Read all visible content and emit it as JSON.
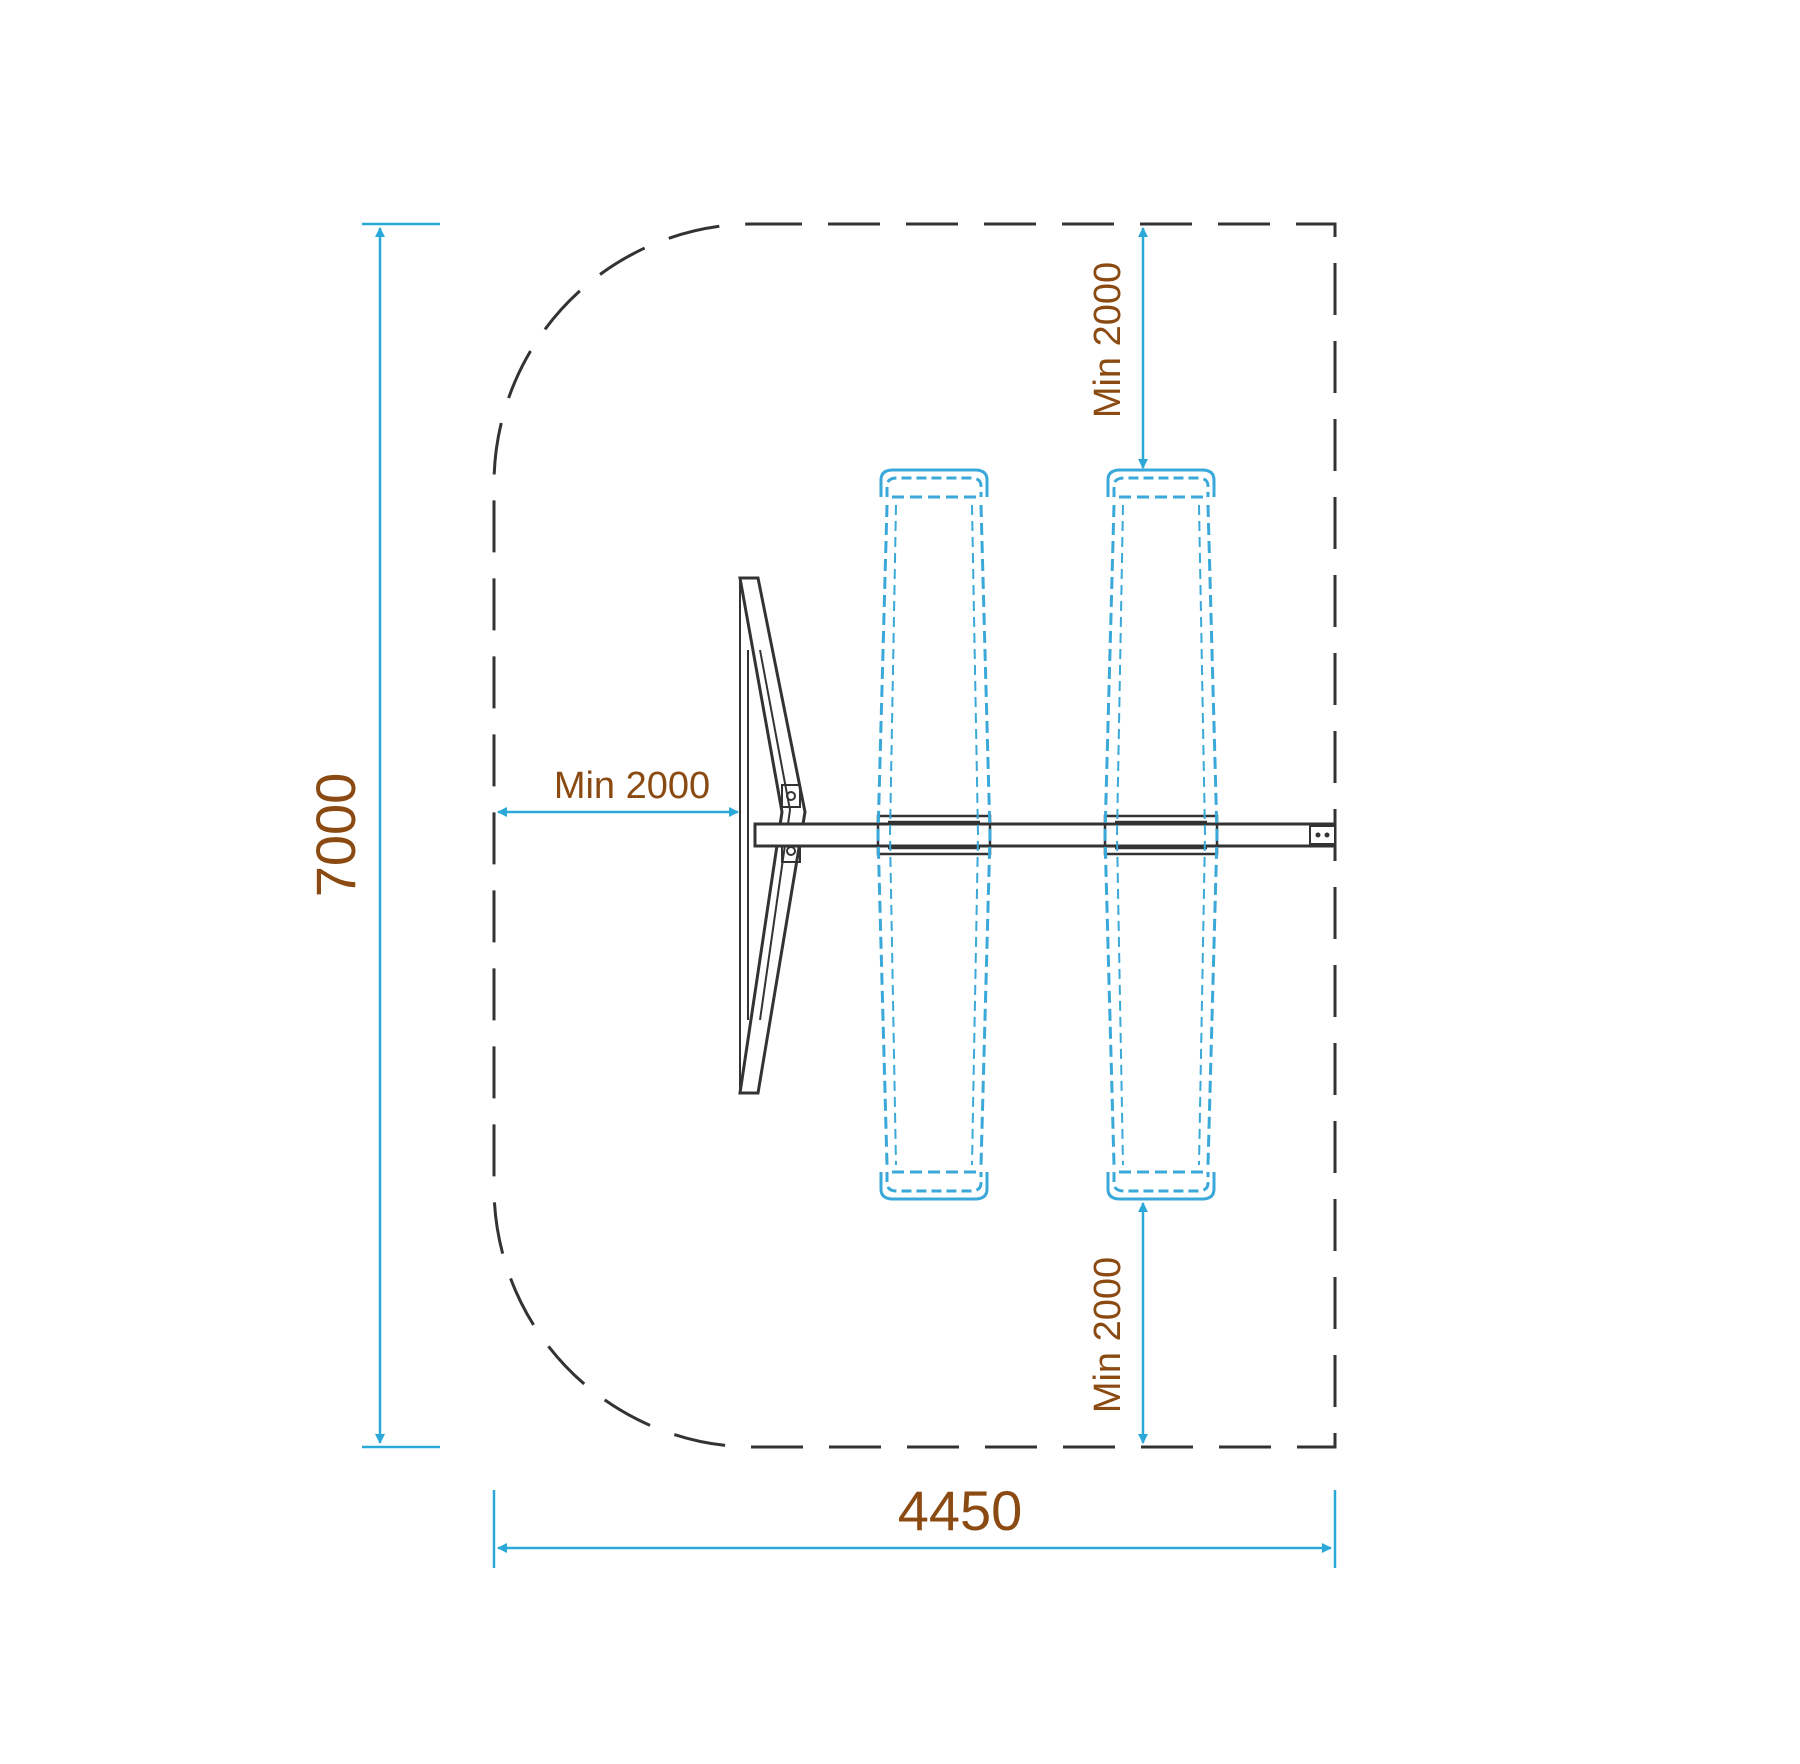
{
  "colors": {
    "dimension": "#2aa9d8",
    "text": "#8a4a12",
    "outline": "#333333",
    "swing": "#3aa8d8"
  },
  "dimensions": {
    "height_label": "7000",
    "width_label": "4450",
    "left_clearance_label": "Min 2000",
    "top_clearance_label": "Min 2000",
    "bottom_clearance_label": "Min 2000"
  }
}
